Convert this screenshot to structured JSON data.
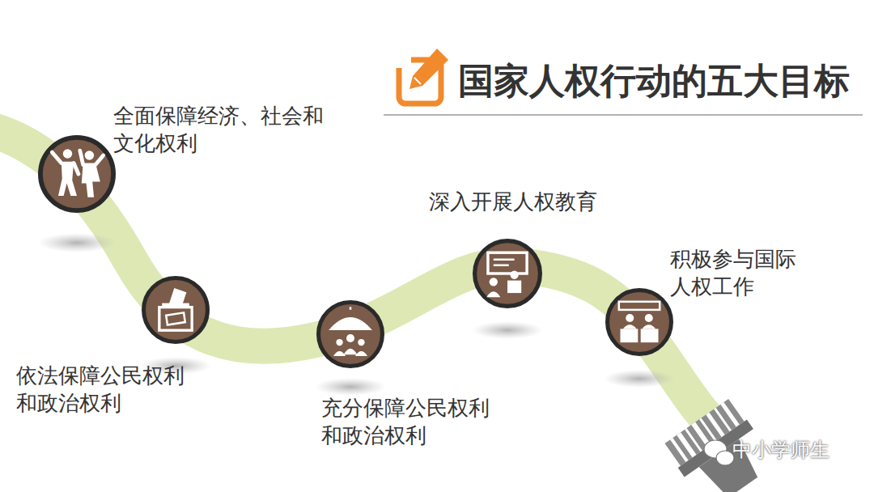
{
  "diagram": {
    "title": "国家人权行动的五大目标",
    "nodes": [
      {
        "text": [
          "全面保障经济、社会和 文化权利"
        ]
      },
      {
        "text": [
          "依法保障公民权利 和政治权利"
        ]
      },
      {
        "text": [
          "充分保障公民权利 和政治权利"
        ]
      },
      {
        "text": [
          "深入开展人权教育"
        ]
      },
      {
        "text": [
          "积极参与国际 人权工作"
        ]
      }
    ],
    "labels": [
      "中小学师生"
    ]
  }
}
